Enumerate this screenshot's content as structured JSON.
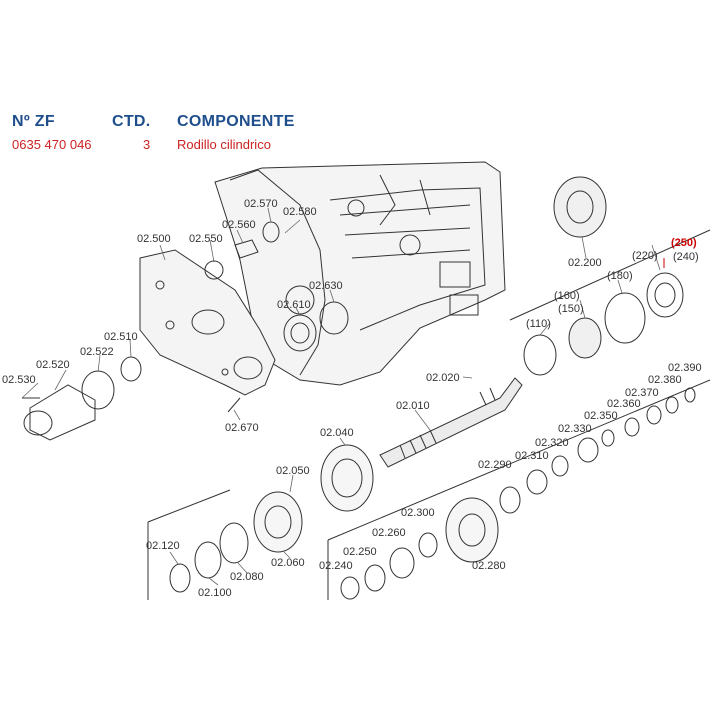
{
  "header": {
    "part_no_label": "Nº ZF",
    "qty_label": "CTD.",
    "component_label": "COMPONENTE"
  },
  "row": {
    "part_no": "0635 470 046",
    "qty": "3",
    "component": "Rodillo cilindrico"
  },
  "labels": {
    "l02530": "02.530",
    "l02520": "02.520",
    "l02522": "02.522",
    "l02510": "02.510",
    "l02500": "02.500",
    "l02550": "02.550",
    "l02560": "02.560",
    "l02570": "02.570",
    "l02580": "02.580",
    "l02630": "02.630",
    "l02610": "02.610",
    "l02670": "02.670",
    "l02020": "02.020",
    "l02010": "02.010",
    "l02040": "02.040",
    "l02050": "02.050",
    "l02060": "02.060",
    "l02080": "02.080",
    "l02100": "02.100",
    "l02120": "02.120",
    "l02200": "02.200",
    "l250": "(250)",
    "l220": "(220)",
    "l240": "(240)",
    "l180": "(180)",
    "l160": "(160)",
    "l150": "(150)",
    "l110": "(110)",
    "l02390": "02.390",
    "l02380": "02.380",
    "l02370": "02.370",
    "l02360": "02.360",
    "l02350": "02.350",
    "l02330": "02.330",
    "l02320": "02.320",
    "l02310": "02.310",
    "l02290": "02.290",
    "l02300": "02.300",
    "l02260": "02.260",
    "l02250": "02.250",
    "l02240": "02.240",
    "l02280": "02.280"
  },
  "colors": {
    "header": "#1f4e8c",
    "value": "#cc2222",
    "highlight": "#cc0000",
    "line": "#333333"
  }
}
